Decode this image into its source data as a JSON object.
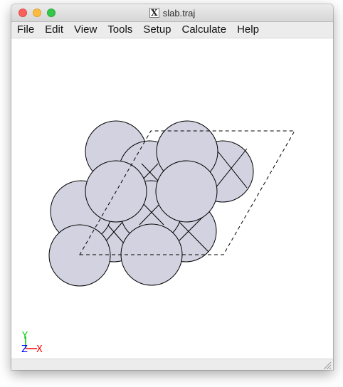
{
  "window": {
    "title": "slab.traj",
    "title_icon_glyph": "X"
  },
  "menu": [
    "File",
    "Edit",
    "View",
    "Tools",
    "Setup",
    "Calculate",
    "Help"
  ],
  "axes": {
    "y_label": "Y",
    "z_label": "Z",
    "x_label": "X",
    "y_color": "#00cc00",
    "z_color": "#0000ff",
    "x_color": "#ff0000"
  },
  "atom_color": "#d2d2e0"
}
